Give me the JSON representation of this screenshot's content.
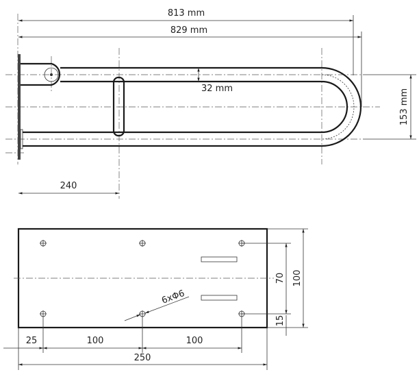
{
  "top_view": {
    "dim_overall_inner": "813 mm",
    "dim_overall_outer": "829 mm",
    "dim_height": "153 mm",
    "dim_tube": "32 mm",
    "dim_grip_offset": "240"
  },
  "plate_view": {
    "dim_left_offset": "25",
    "dim_hole_spacing_1": "100",
    "dim_hole_spacing_2": "100",
    "dim_width": "250",
    "dim_hole_vertical": "70",
    "dim_height": "100",
    "dim_hole_edge": "15",
    "hole_callout": "6xΦ6"
  }
}
